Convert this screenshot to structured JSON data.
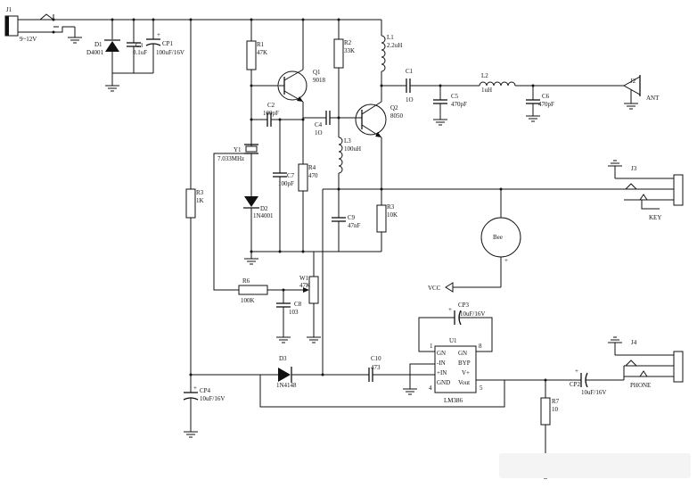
{
  "title": "",
  "labels": {
    "J1": "J1",
    "J1_v": "9~12V",
    "D1": "D1",
    "D1_v": "D4001",
    "C3a": "C3",
    "C3a_v": "0.1uF",
    "CP1": "CP1",
    "CP1_v": "100uF/16V",
    "R1": "R1",
    "R1_v": "47K",
    "Q1": "Q1",
    "Q1_v": "9018",
    "R2": "R2",
    "R2_v": "33K",
    "L1": "L1",
    "L1_v": "2.2uH",
    "C2": "C2",
    "C2_v": "100pF",
    "C4": "C4",
    "C4_v": "1O",
    "Q2": "Q2",
    "Q2_v": "8050",
    "C1": "C1",
    "C1_v": "1O",
    "C5": "C5",
    "C5_v": "470pF",
    "L2": "L2",
    "L2_v": "1uH",
    "C6": "C6",
    "C6_v": "470pF",
    "J2": "J2",
    "ANT": "ANT",
    "Y1": "Y1",
    "Y1_v": "7.033MHz",
    "L3": "L3",
    "L3_v": "100uH",
    "C7": "C7",
    "C7_v": "100pF",
    "R4": "R4",
    "R4_v": "470",
    "R3b": "R3",
    "R3b_v": "10K",
    "C9": "C9",
    "C9_v": "47nF",
    "D2": "D2",
    "D2_v": "1N4001",
    "R3": "R3",
    "R3_v": "1K",
    "J3": "J3",
    "KEY": "KEY",
    "Bee": "Bee",
    "VCC": "VCC",
    "W1": "W1",
    "W1_v": "47K",
    "R6": "R6",
    "R6_v": "100K",
    "C8": "C8",
    "C8_v": "103",
    "CP3": "CP3",
    "CP3_v": "10uF/16V",
    "U1": "U1",
    "D3": "D3",
    "D3_v": "1N4148",
    "C10": "C10",
    "C10_v": "473",
    "CP4": "CP4",
    "CP4_v": "10uF/16V",
    "CP2": "CP2",
    "CP2_v": "10uF/16V",
    "J4": "J4",
    "PHONE": "PHONE",
    "R7": "R7",
    "R7_v": "10"
  },
  "ic": {
    "name": "LM386",
    "pin_left": [
      "GN",
      "-IN",
      "+IN",
      "GND"
    ],
    "pin_right": [
      "GN",
      "BYP",
      "V+",
      "Vout"
    ],
    "pin1": "1",
    "pin8": "8",
    "pin4": "4",
    "pin5": "5"
  }
}
